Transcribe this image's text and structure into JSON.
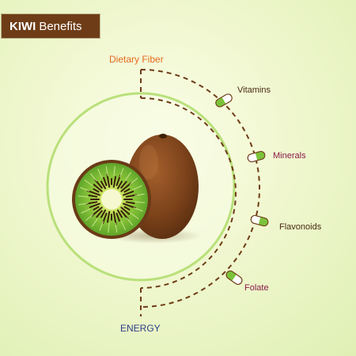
{
  "header": {
    "title_bold": "KIWI",
    "title_rest": "Benefits"
  },
  "labels": {
    "dietary_fiber": "Dietary Fiber",
    "vitamins": "Vitamins",
    "minerals": "Minerals",
    "flavonoids": "Flavonoids",
    "folate": "Folate",
    "energy": "ENERGY"
  },
  "colors": {
    "badge": "#6e3d17",
    "dietary_fiber": "#e66b1e",
    "vitamins": "#4a2a12",
    "minerals": "#8a1a4a",
    "flavonoids": "#4a2a12",
    "folate": "#8a1a4a",
    "energy": "#2a3f8a",
    "dash_line": "#6e3d17",
    "capsule_green": "#7cc23a"
  }
}
